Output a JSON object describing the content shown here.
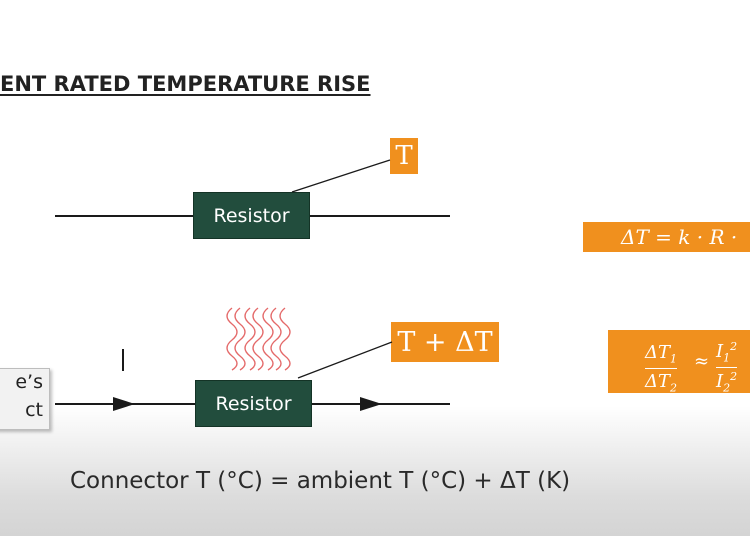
{
  "title": "ENT RATED TEMPERATURE RISE",
  "diagram": {
    "top_resistor_label": "Resistor",
    "bottom_resistor_label": "Resistor",
    "label_t": "T",
    "label_t_delta": "T + ΔT",
    "current_symbol": "I",
    "side_box": {
      "line1": "e’s",
      "line2": "ct"
    }
  },
  "formulas": {
    "upper": "ΔT = k · R · ",
    "ratio_num": "ΔT",
    "ratio_num_sub": "1",
    "ratio_den": "ΔT",
    "ratio_den_sub": "2",
    "approx": "≈",
    "rhs_num": "I",
    "rhs_num_sub": "1",
    "rhs_num_sup": "2",
    "rhs_den": "I",
    "rhs_den_sub": "2",
    "rhs_den_sup": "2"
  },
  "equation": "Connector T (°C) = ambient T (°C) + ΔT (K)",
  "colors": {
    "accent_orange": "#f0901e",
    "resistor_green": "#224d3d",
    "heat_wave_red": "#e05050"
  }
}
